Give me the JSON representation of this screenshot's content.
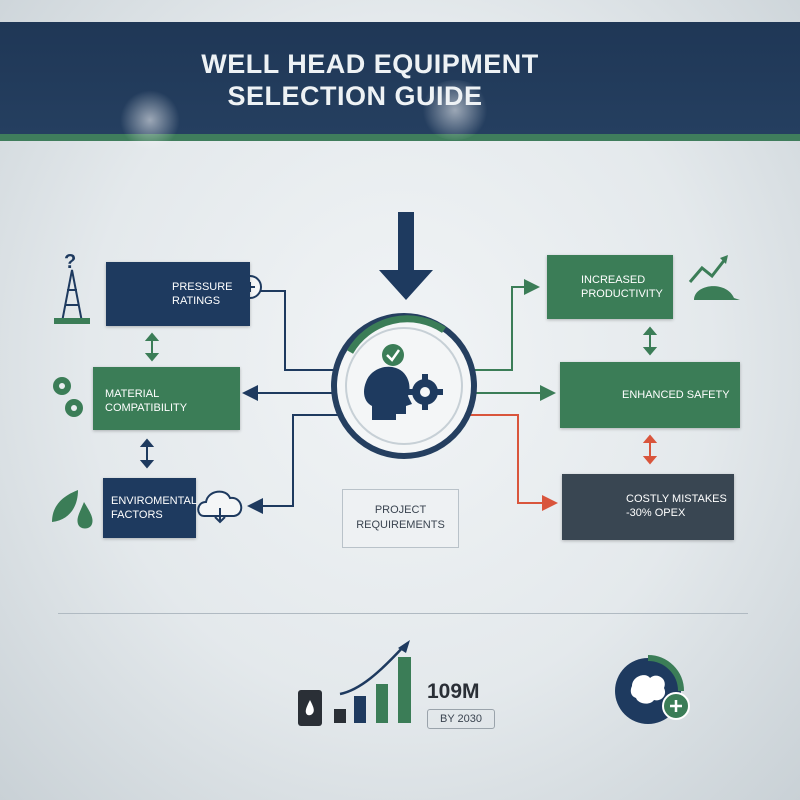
{
  "header": {
    "title_line1": "WELL HEAD EQUIPMENT",
    "title_line2": "SELECTION GUIDE"
  },
  "inputs": [
    {
      "label_line1": "PRESSURE",
      "label_line2": "RATINGS",
      "icon": "gauge-icon",
      "color": "#1e3a5f"
    },
    {
      "label_line1": "MATERIAL",
      "label_line2": "COMPATIBILITY",
      "icon": "flask-gear-icon",
      "color": "#3b7d57"
    },
    {
      "label_line1": "ENVIROMENTAL",
      "label_line2": "FACTORS",
      "icon": "cloud-icon",
      "color": "#1e3a5f"
    }
  ],
  "center": {
    "label_line1": "PROJECT",
    "label_line2": "REQUIREMENTS",
    "icon": "head-gear-check-icon"
  },
  "outcomes": [
    {
      "label_line1": "INCREASED",
      "label_line2": "PRODUCTIVITY",
      "icon": "dollar-icon",
      "color": "#3b7d57"
    },
    {
      "label_line1": "ENHANCED SAFETY",
      "label_line2": "",
      "icon": "shield-icon",
      "color": "#3b7d57"
    },
    {
      "label_line1": "COSTLY MISTAKES",
      "label_line2": "-30% OPEX",
      "icon": "broken-gear-icon",
      "color": "#394652"
    }
  ],
  "stat": {
    "value": "109M",
    "note": "BY 2030"
  },
  "colors": {
    "navy": "#1e3a5f",
    "green": "#3b7d57",
    "slate": "#394652",
    "alert_red": "#d9553c"
  }
}
